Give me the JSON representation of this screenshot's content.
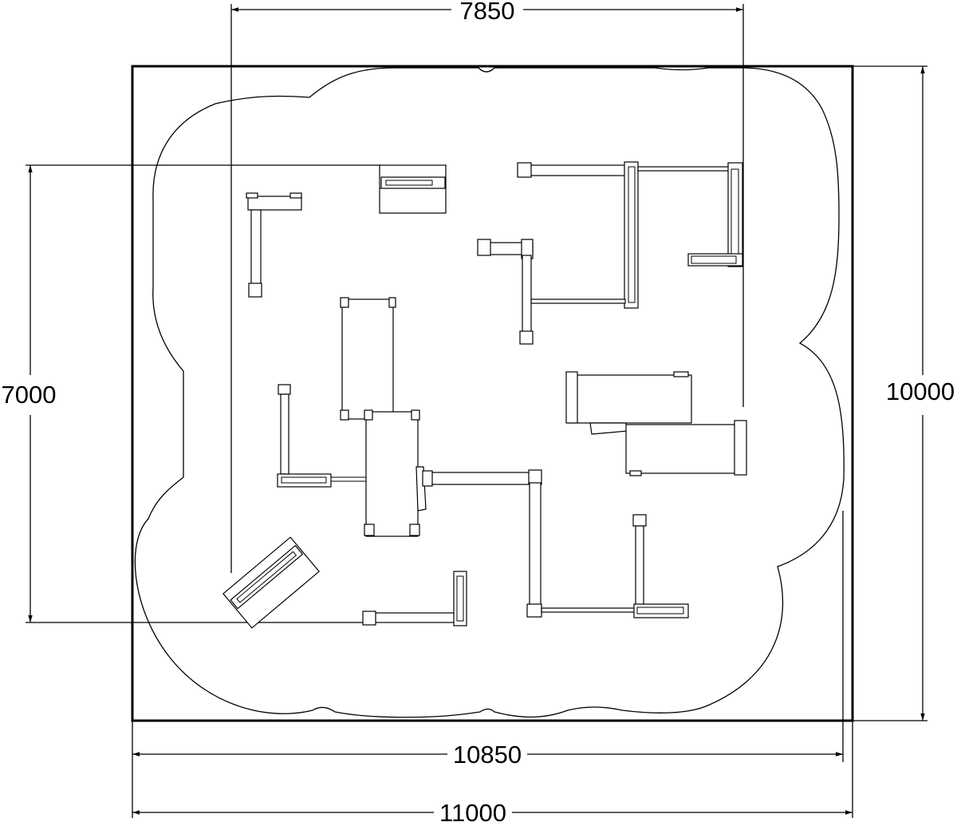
{
  "dimensions": {
    "top_width": "7850",
    "left_depth": "7000",
    "right_depth": "10000",
    "inner_width": "10850",
    "outer_width": "11000"
  }
}
